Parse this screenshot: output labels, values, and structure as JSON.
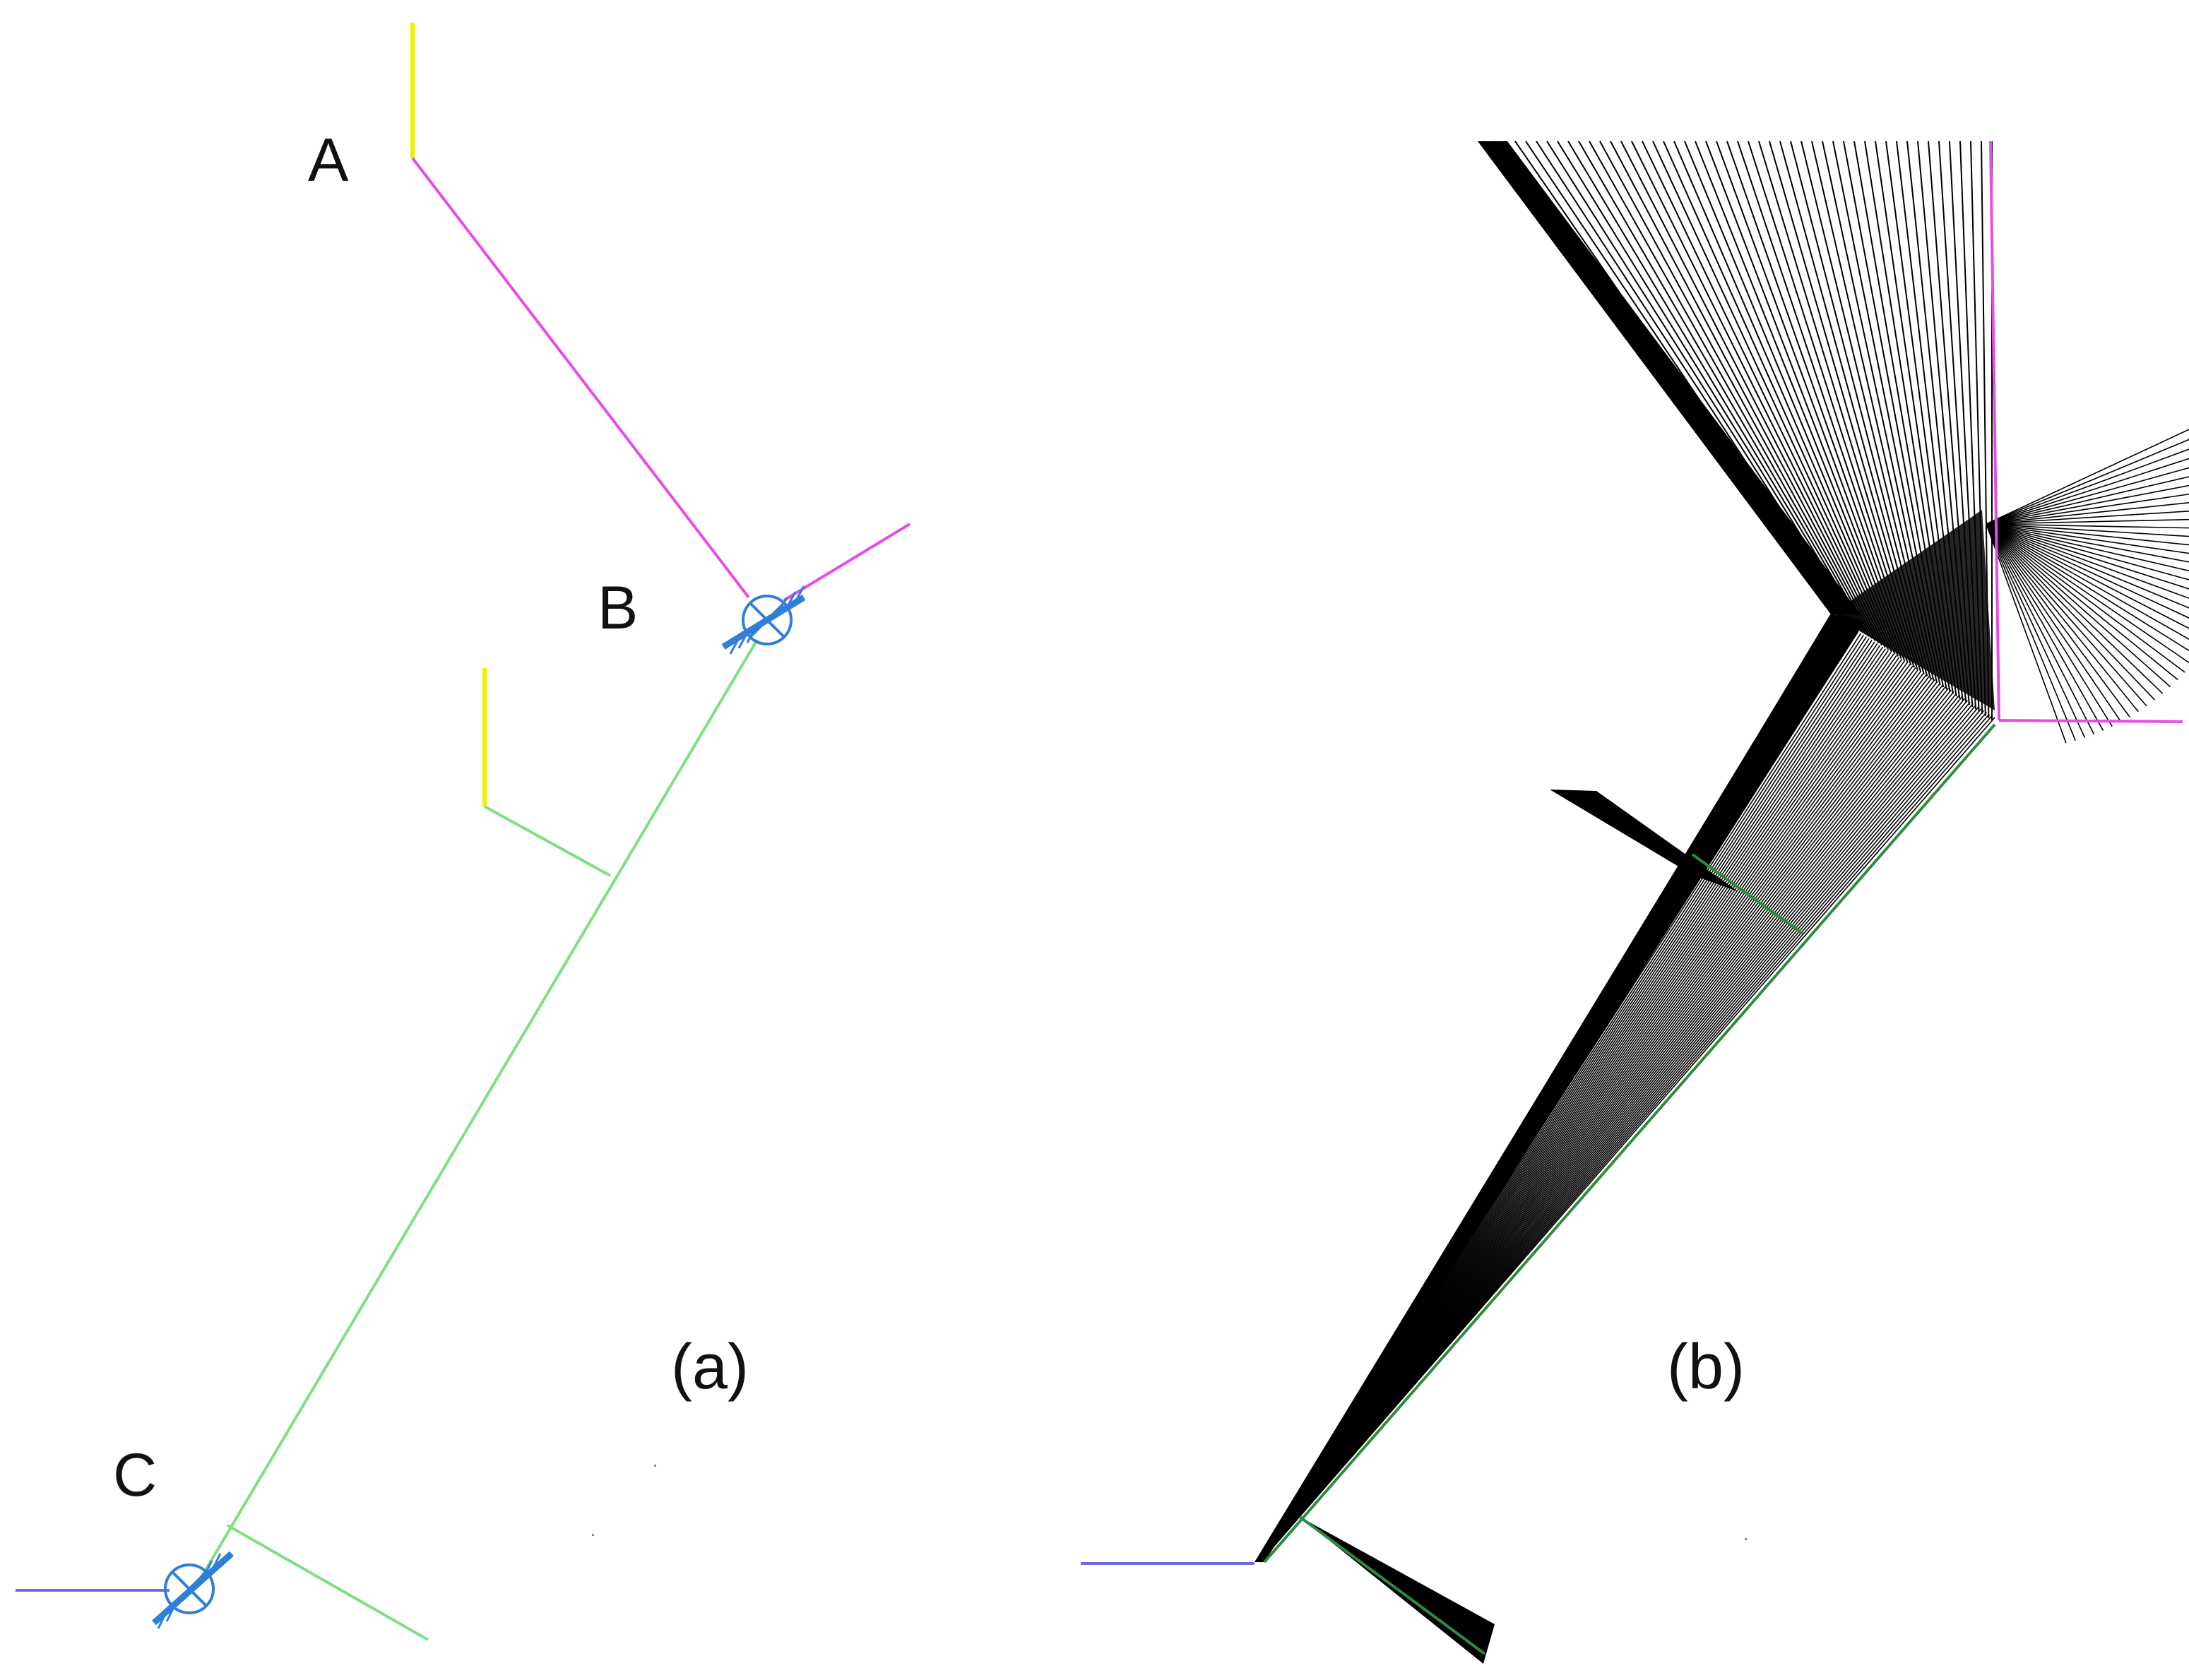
{
  "panel_a": {
    "caption": "(a)",
    "points": {
      "a": "A",
      "b": "B",
      "c": "C"
    }
  },
  "panel_b": {
    "caption": "(b)"
  },
  "colors": {
    "yellow": "#f2f200",
    "magenta": "#e84be8",
    "green": "#7ee07e",
    "dark_green": "#2e8b3e",
    "blue": "#6f6fe0",
    "symbol_blue": "#2f7fd8",
    "fan_black": "#000000"
  },
  "icons": [
    "valve-symbol-icon",
    "valve-symbol-icon"
  ]
}
